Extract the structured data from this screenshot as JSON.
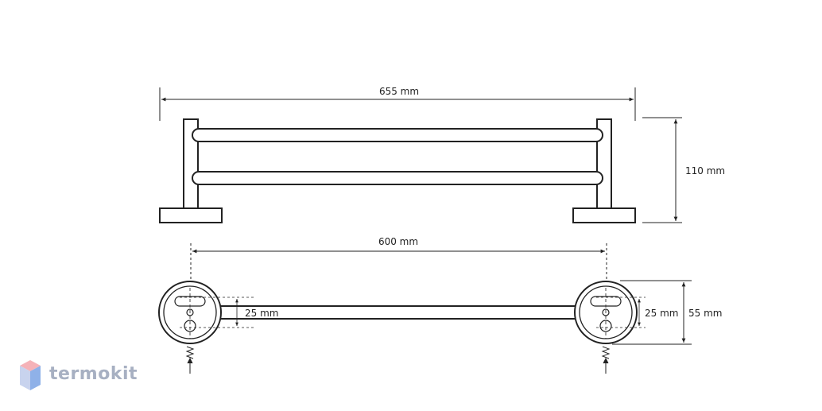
{
  "dimensions": {
    "overall_width": "655 mm",
    "mount_spacing": "600 mm",
    "height": "110 mm",
    "plate_diameter": "55 mm",
    "hole_spacing_left": "25 mm",
    "hole_spacing_right": "25 mm"
  },
  "brand": {
    "name": "termokit",
    "colors": {
      "top": "#f5b2b8",
      "right": "#8fb1e8",
      "left": "#c8d3ee"
    }
  }
}
